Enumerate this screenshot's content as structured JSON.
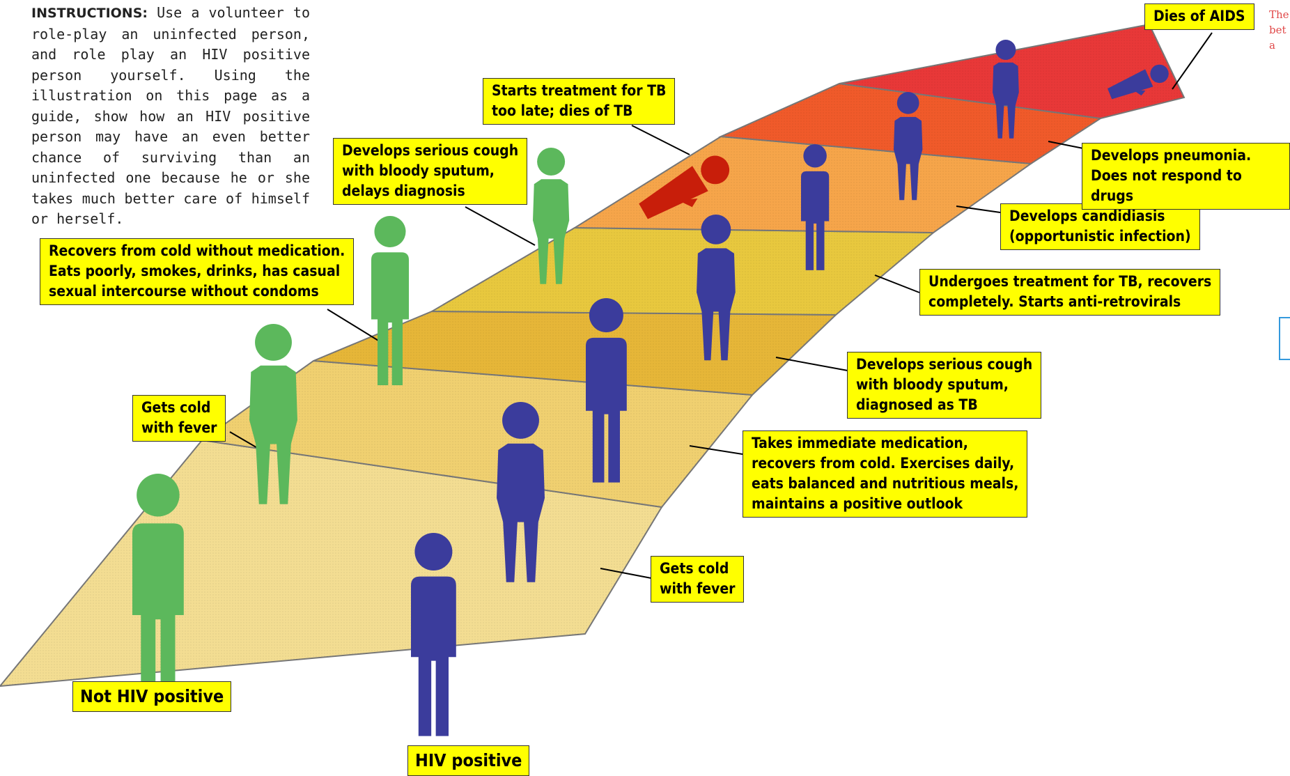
{
  "instructions": {
    "heading": "INSTRUCTIONS:",
    "body": "Use a volunteer to role-play an uninfected person, and role play an HIV positive person yourself. Using the illustration on this page as a guide, show how an HIV positive person may have an even better chance of surviving than an uninfected one because he or she takes much better care of himself or herself."
  },
  "labels": {
    "not_hiv": "Not HIV positive",
    "hiv": "HIV positive",
    "green_cold": "Gets cold\nwith fever",
    "green_recovers": "Recovers from cold without medication.\nEats poorly, smokes, drinks, has casual\nsexual intercourse without condoms",
    "green_cough": "Develops serious cough\nwith bloody sputum,\ndelays diagnosis",
    "green_tb": "Starts treatment for TB\ntoo late; dies of TB",
    "blue_cold": "Gets cold\nwith fever",
    "blue_medication": "Takes immediate medication,\nrecovers from cold. Exercises daily,\neats balanced and nutritious meals,\nmaintains a positive outlook",
    "blue_cough": "Develops serious cough\nwith bloody sputum,\ndiagnosed as TB",
    "blue_tb": "Undergoes treatment for TB, recovers\ncompletely. Starts anti-retrovirals",
    "blue_candida": "Develops candidiasis\n(opportunistic infection)",
    "blue_pneumonia": "Develops pneumonia.\nDoes not respond to drugs",
    "blue_aids": "Dies of AIDS"
  },
  "side_note": "The\nbet\na",
  "colors": {
    "green_figure": "#5cb85c",
    "blue_figure": "#3b3c9c",
    "red_figure": "#c81e0a",
    "label_bg": "#ffff00",
    "road_start": "#f3dd92",
    "road_end": "#e82a2a"
  }
}
